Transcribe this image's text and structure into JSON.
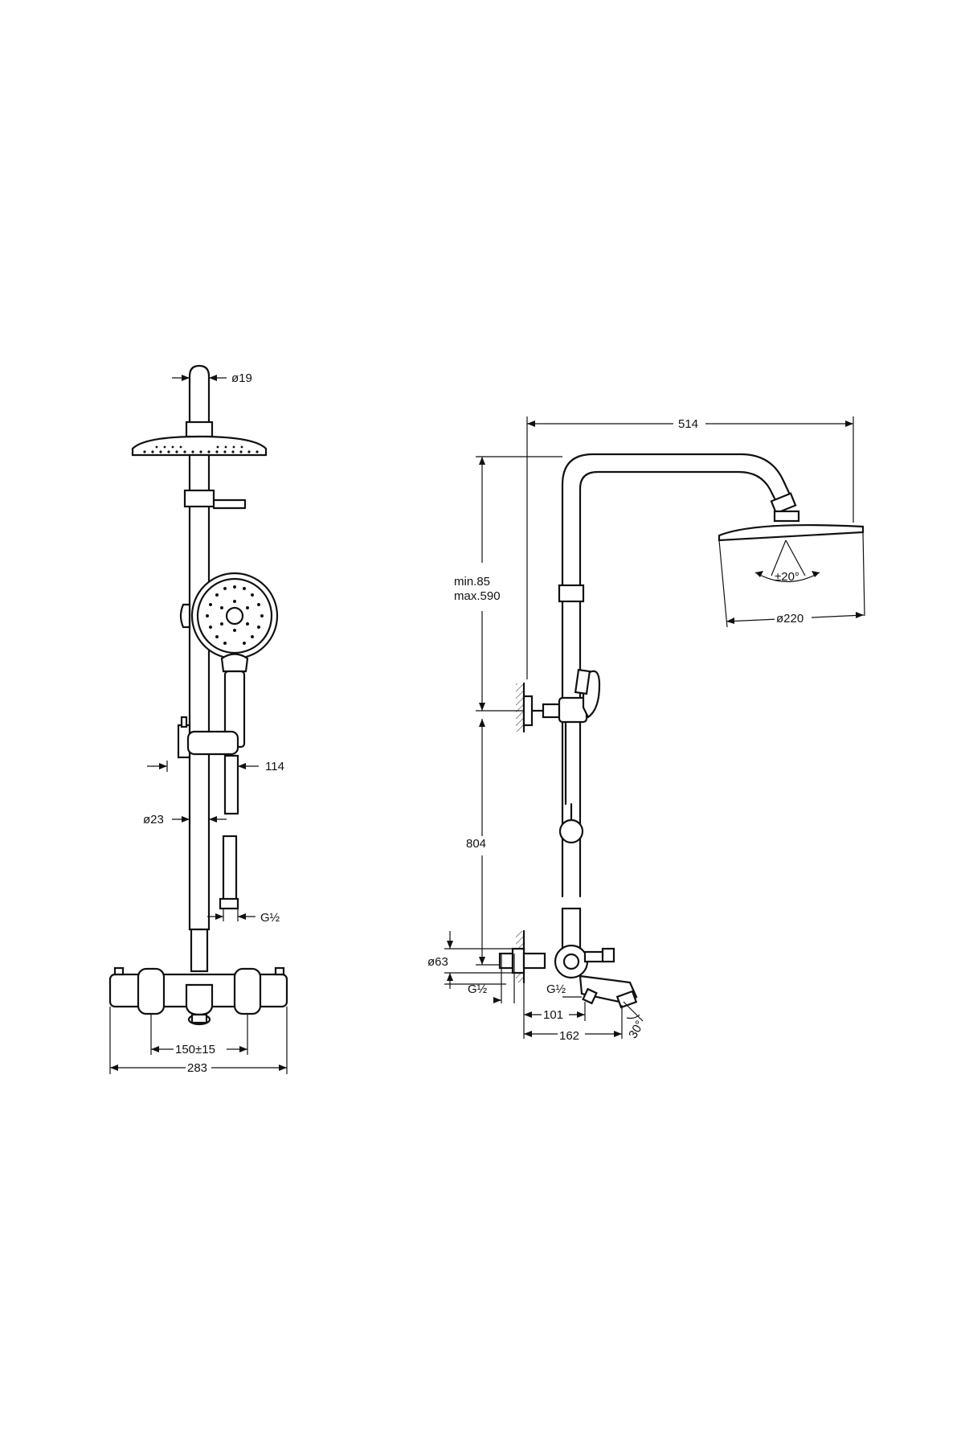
{
  "front_view": {
    "arm_diameter": "ø19",
    "bar_diameter": "ø23",
    "holder_offset": "114",
    "hose_thread": "G½",
    "inlet_spacing": "150±15",
    "mixer_width": "283"
  },
  "side_view": {
    "projection": "514",
    "height_adjust_line1": "min.85",
    "height_adjust_line2": "max.590",
    "tilt_angle": "±20°",
    "head_diameter": "ø220",
    "bracket_height": "804",
    "escutcheon_diameter": "ø63",
    "inlet_thread": "G½",
    "outlet_thread": "G½",
    "mixer_depth": "101",
    "spout_depth": "162",
    "spout_angle": "30°"
  }
}
